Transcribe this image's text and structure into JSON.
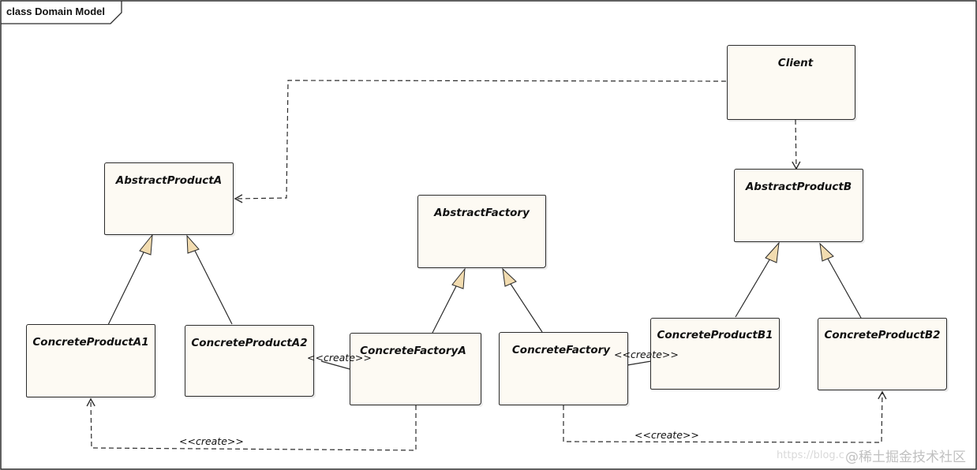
{
  "frame": {
    "title": "class Domain Model"
  },
  "classes": {
    "client": "Client",
    "abstract_product_a": "AbstractProductA",
    "abstract_factory": "AbstractFactory",
    "abstract_product_b": "AbstractProductB",
    "concrete_product_a1": "ConcreteProductA1",
    "concrete_product_a2": "ConcreteProductA2",
    "concrete_factory_a": "ConcreteFactoryA",
    "concrete_factory": "ConcreteFactory",
    "concrete_product_b1": "ConcreteProductB1",
    "concrete_product_b2": "ConcreteProductB2"
  },
  "relations": {
    "create_a2": "<<create>>",
    "create_b1": "<<create>>",
    "create_a1": "<<create>>",
    "create_b2": "<<create>>"
  },
  "watermark": {
    "url": "https://blog.c",
    "text": "@稀土掘金技术社区"
  },
  "colors": {
    "box_fill": "#fdfaf3",
    "arrowhead_fill": "#f2dcb0",
    "line": "#2b2b2b"
  }
}
